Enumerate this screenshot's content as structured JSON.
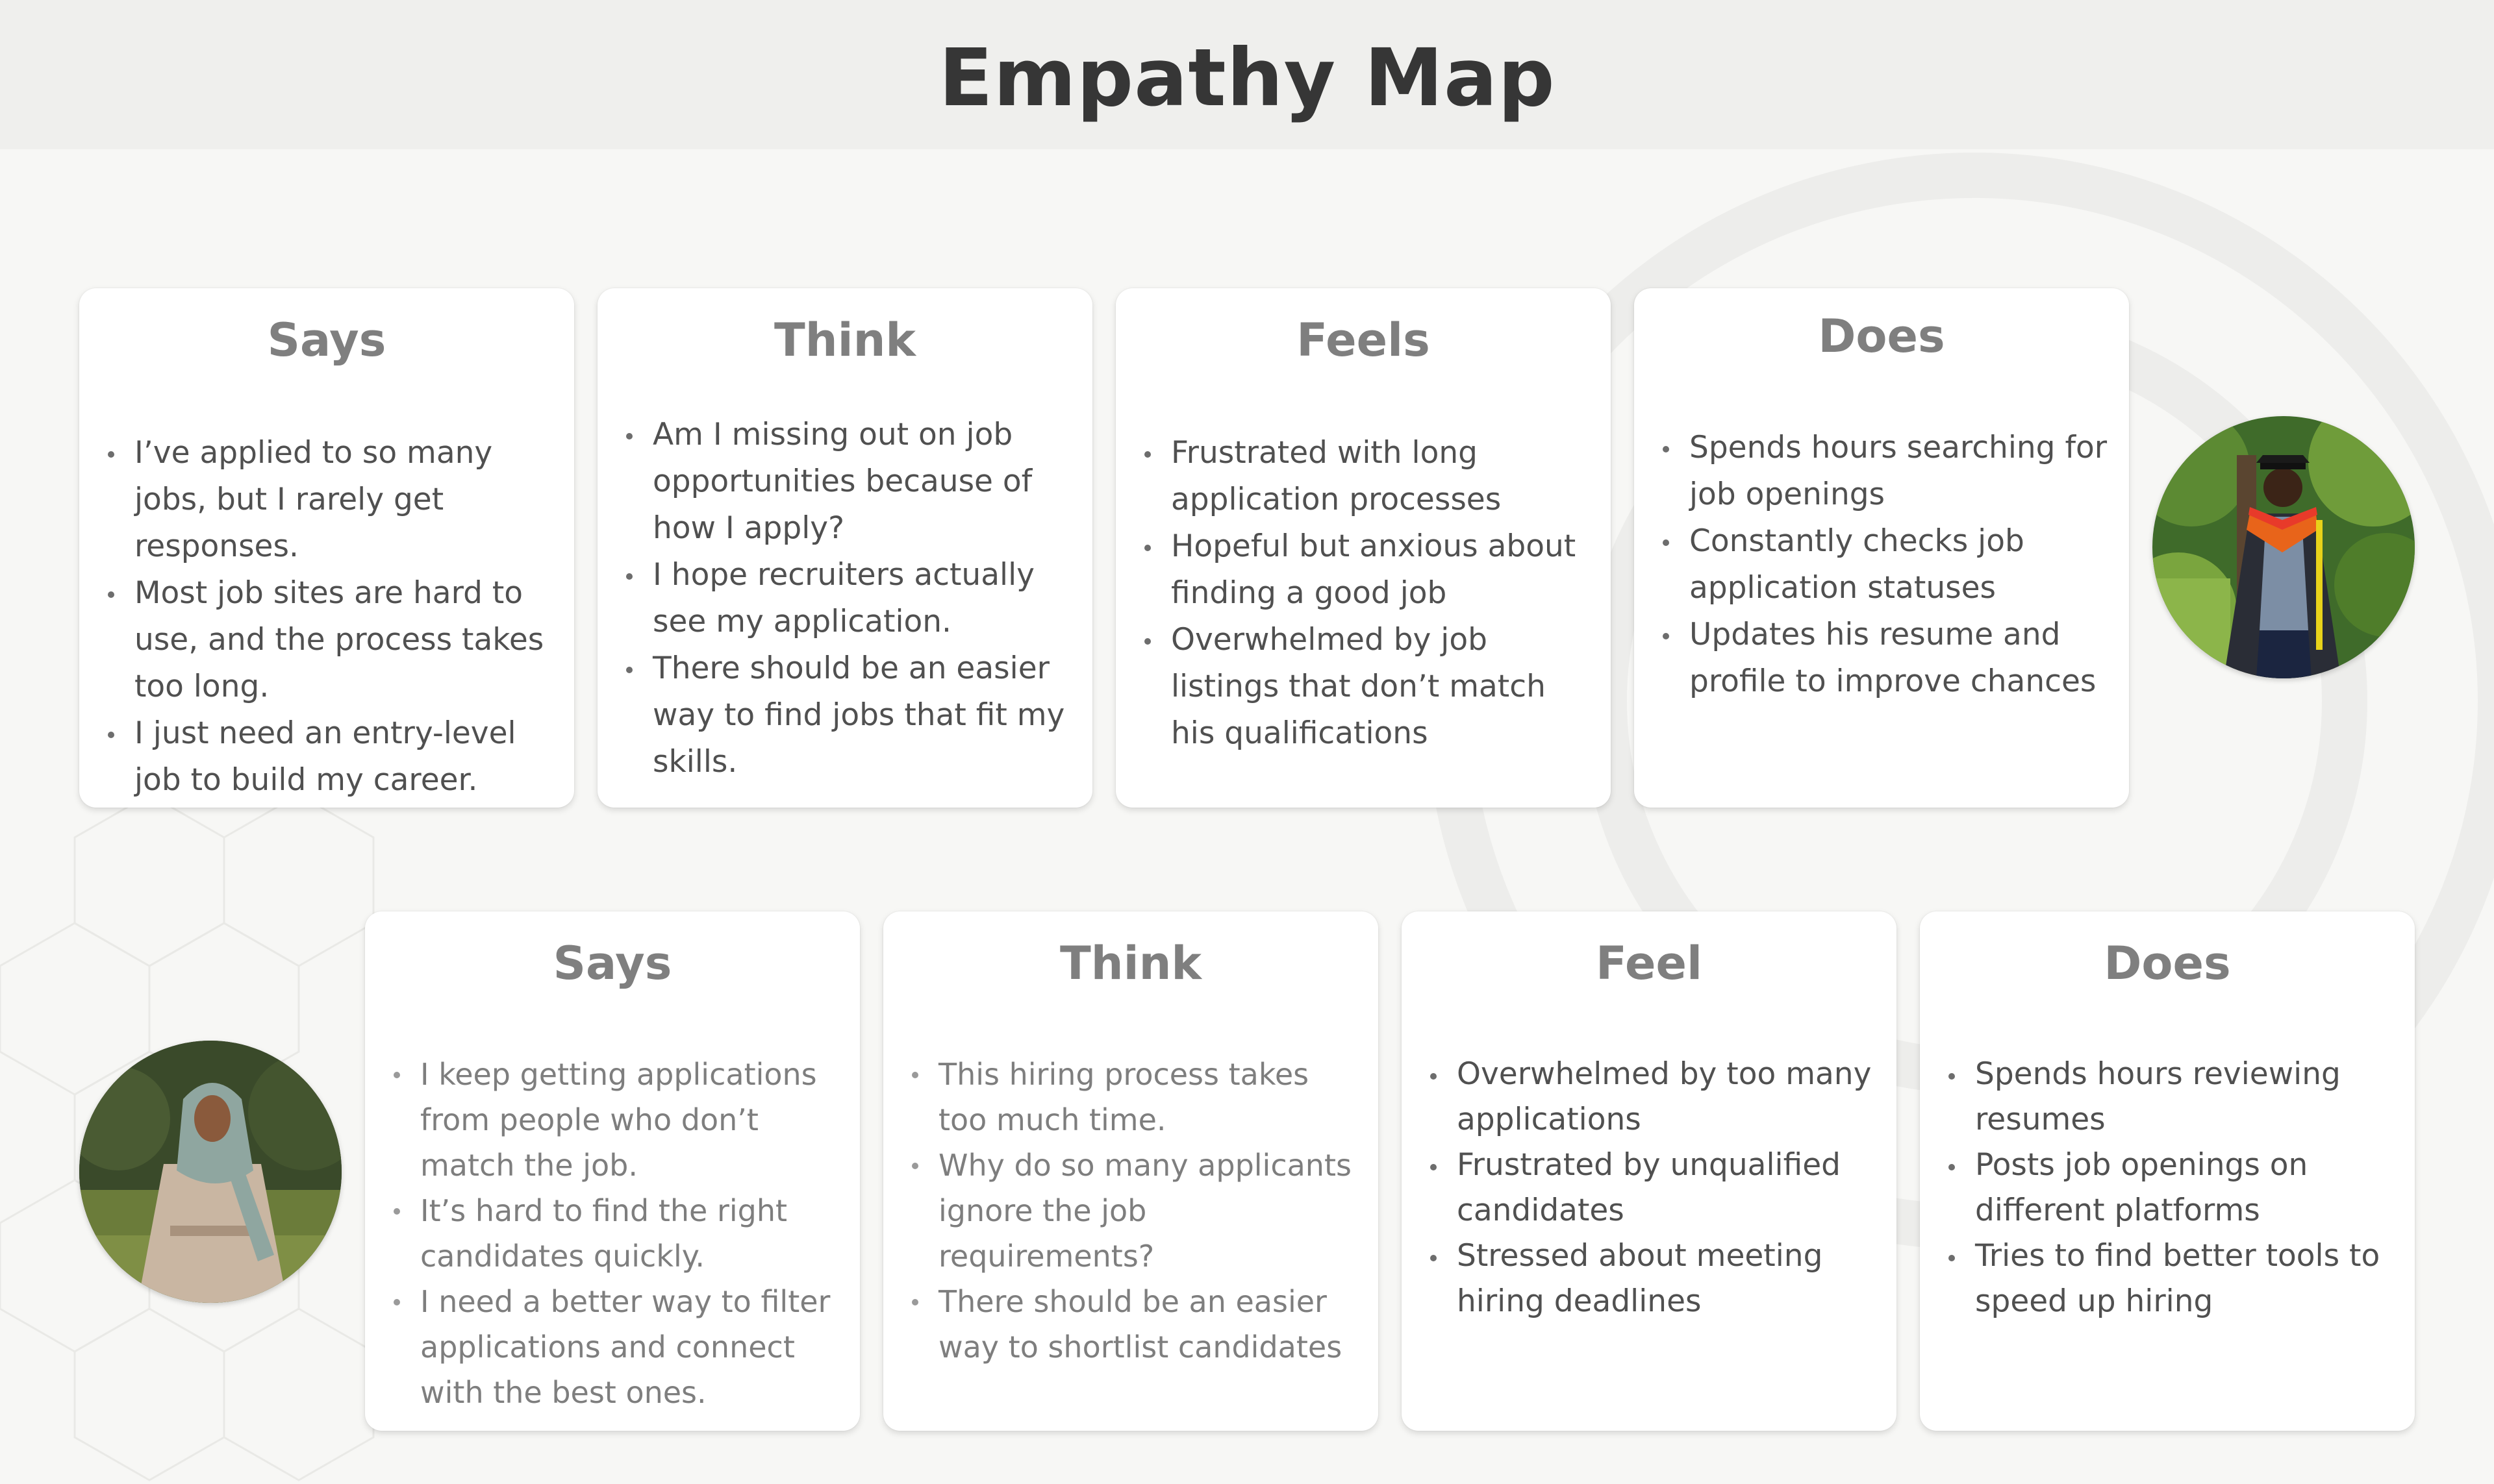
{
  "title": "Empathy Map",
  "job_seeker": {
    "says": {
      "title": "Says",
      "items": [
        "I’ve applied to so many jobs, but I rarely get responses.",
        "Most job sites are hard to use, and the process takes too long.",
        "I just need an entry-level job to build my career."
      ]
    },
    "think": {
      "title": "Think",
      "items": [
        "Am I missing out on job opportunities because of how I apply?",
        "I hope recruiters actually see my application.",
        "There should be an easier way to find jobs that fit my skills."
      ]
    },
    "feels": {
      "title": "Feels",
      "items": [
        "Frustrated with long application processes",
        "Hopeful but anxious about finding a good job",
        "Overwhelmed by job listings that don’t match his qualifications"
      ]
    },
    "does": {
      "title": "Does",
      "items": [
        "Spends hours searching for job openings",
        "Constantly checks job application statuses",
        "Updates his resume and profile to improve chances"
      ]
    }
  },
  "recruiter": {
    "says": {
      "title": "Says",
      "items": [
        "I keep getting applications from people who don’t match the job.",
        "It’s hard to find the right candidates quickly.",
        "I need a better way to filter applications and connect with the best ones."
      ]
    },
    "think": {
      "title": "Think",
      "items": [
        "This hiring process takes too much time.",
        "Why do so many applicants ignore the job requirements?",
        "There should be an easier way to shortlist candidates"
      ]
    },
    "feel": {
      "title": "Feel",
      "items": [
        "Overwhelmed by too many applications",
        "Frustrated by unqualified candidates",
        "Stressed about meeting hiring deadlines"
      ]
    },
    "does": {
      "title": "Does",
      "items": [
        "Spends hours reviewing resumes",
        "Posts job openings on different platforms",
        "Tries to find better tools to speed up hiring"
      ]
    }
  }
}
